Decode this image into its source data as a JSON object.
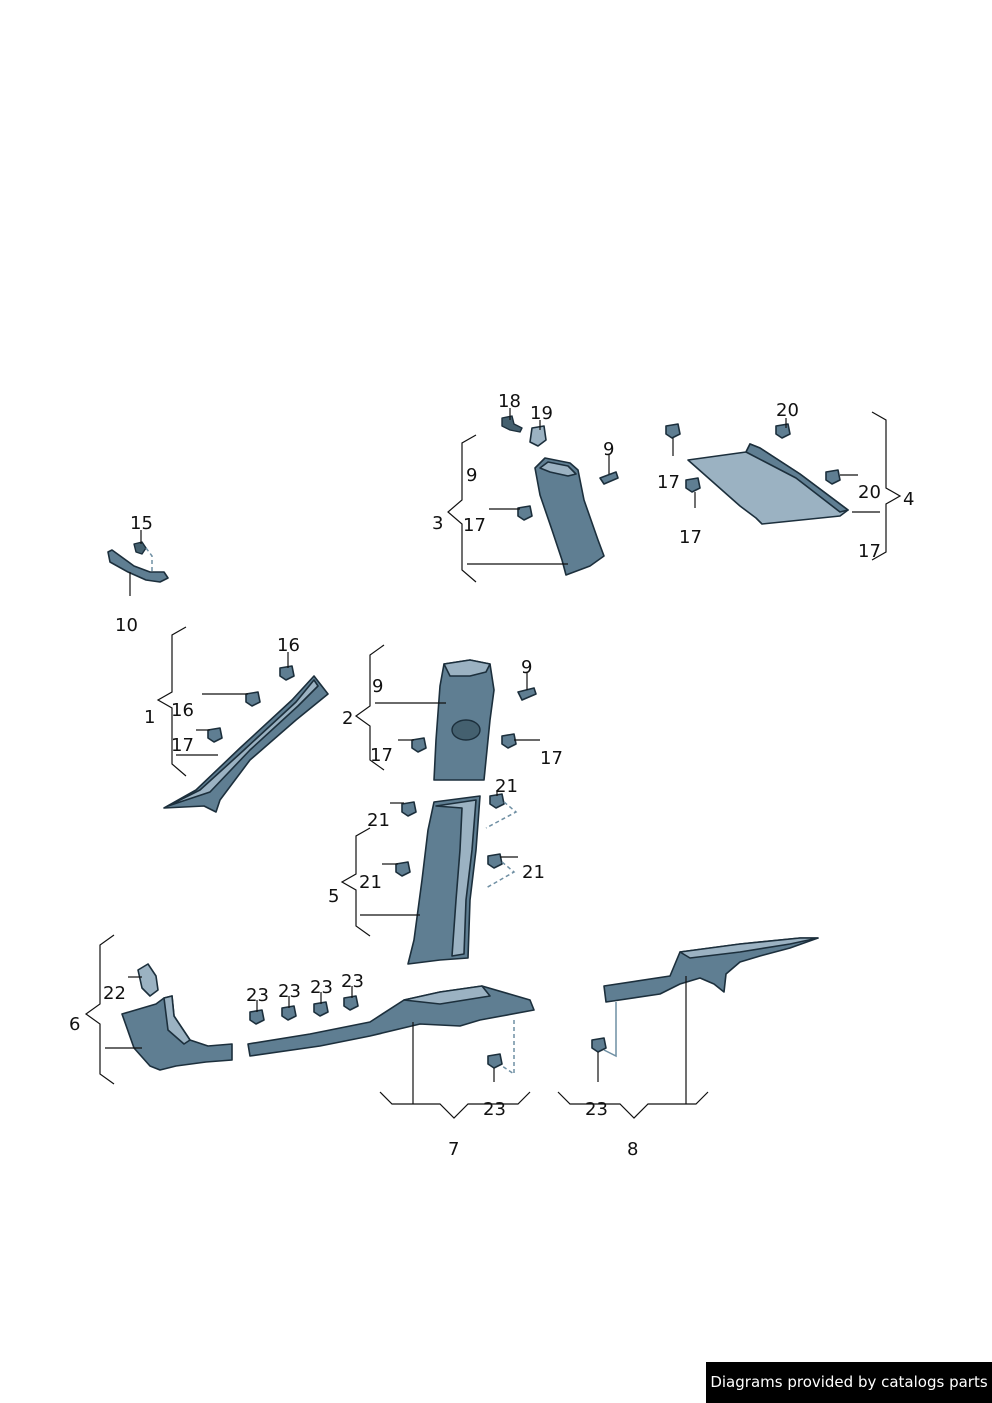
{
  "labels": {
    "n1": "1",
    "n2": "2",
    "n3": "3",
    "n4": "4",
    "n5": "5",
    "n6": "6",
    "n7": "7",
    "n8": "8",
    "n9": "9",
    "n10": "10",
    "n15": "15",
    "n16": "16",
    "n17": "17",
    "n18": "18",
    "n19": "19",
    "n20": "20",
    "n21": "21",
    "n22": "22",
    "n23": "23"
  },
  "footer": {
    "text": "Diagrams provided by catalogs parts"
  },
  "colors": {
    "part_fill": "#5f7e92",
    "part_highlight": "#9bb2c2",
    "outline": "#1c2f3c",
    "link": "#6f8fa3"
  }
}
